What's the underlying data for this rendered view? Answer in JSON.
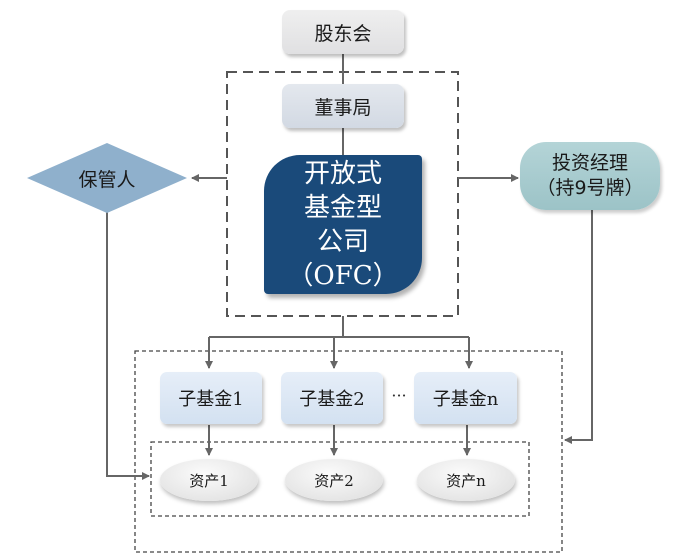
{
  "diagram": {
    "type": "organizational-structure",
    "nodes": {
      "shareholders": "股东会",
      "board": "董事局",
      "ofc": [
        "开放式",
        "基金型",
        "公司",
        "（OFC）"
      ],
      "custodian": "保管人",
      "investment_manager": [
        "投资经理",
        "（持9号牌）"
      ],
      "sub_funds": [
        "子基金1",
        "子基金2",
        "子基金n"
      ],
      "ellipsis": "···",
      "assets": [
        "资产1",
        "资产2",
        "资产n"
      ]
    },
    "edges": [
      {
        "from": "shareholders",
        "to": "board"
      },
      {
        "from": "board",
        "to": "ofc"
      },
      {
        "from": "ofc-group",
        "to": "custodian",
        "arrow": true
      },
      {
        "from": "ofc-group",
        "to": "investment_manager",
        "arrow": true
      },
      {
        "from": "ofc",
        "to": "sub_funds",
        "arrow": true
      },
      {
        "from": "sub_funds",
        "to": "assets",
        "arrow": true
      },
      {
        "from": "custodian",
        "to": "assets-group",
        "arrow": true
      },
      {
        "from": "investment_manager",
        "to": "sub-fund-group",
        "arrow": true
      }
    ],
    "colors": {
      "ofc_fill": "#1a4a7a",
      "custodian_fill": "#8fb0cc",
      "manager_fill": "#a8cdd0",
      "subfund_fill": "#dce7f4",
      "gray_fill": "#e6e6e8",
      "line": "#666666"
    }
  }
}
